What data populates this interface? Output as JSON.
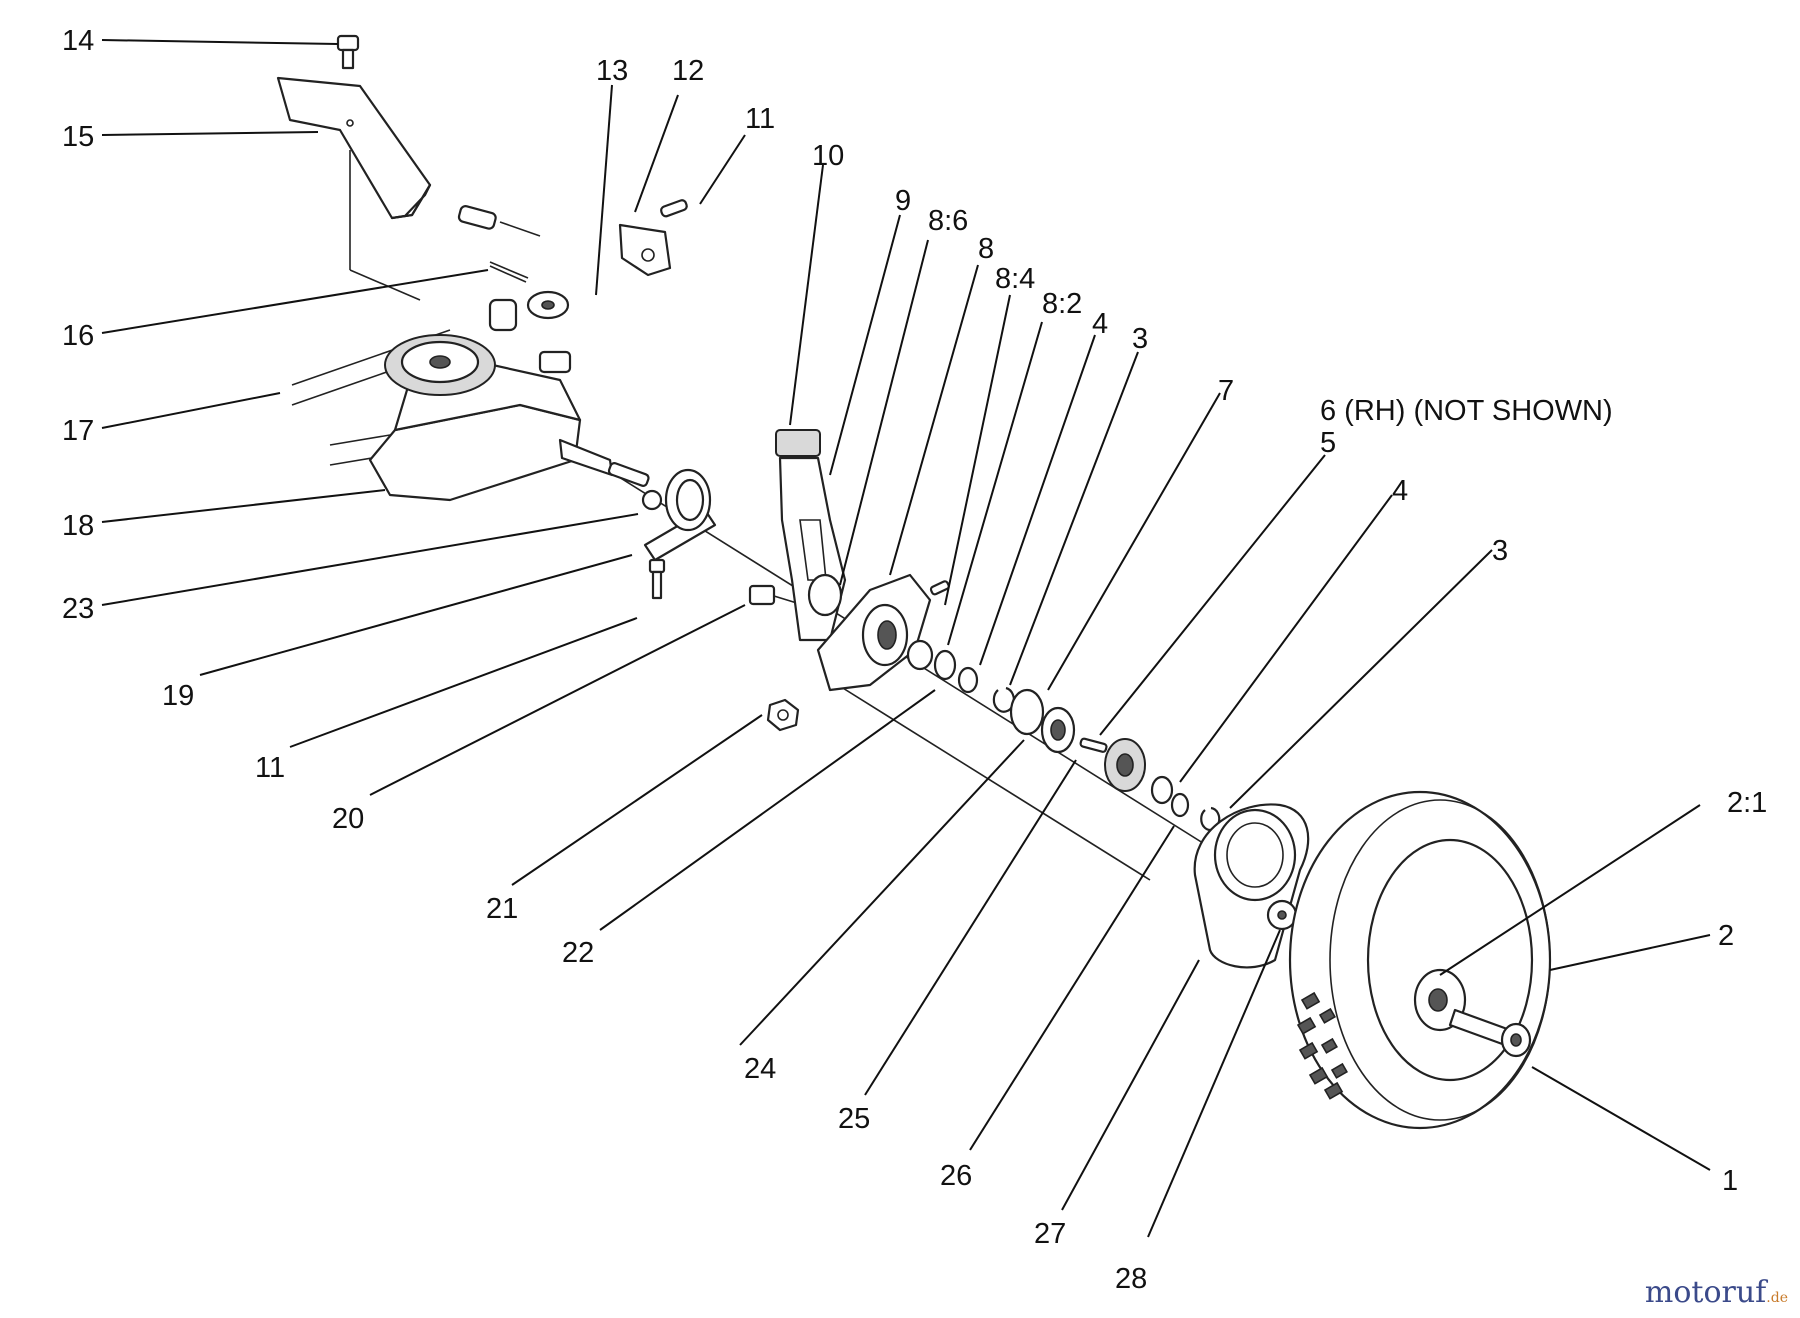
{
  "diagram": {
    "callouts": {
      "c14": "14",
      "c15": "15",
      "c16": "16",
      "c17": "17",
      "c18": "18",
      "c23": "23",
      "c19": "19",
      "c11a": "11",
      "c20": "20",
      "c21": "21",
      "c22": "22",
      "c13": "13",
      "c12": "12",
      "c11b": "11",
      "c10": "10",
      "c9": "9",
      "c8_6": "8:6",
      "c8": "8",
      "c8_4": "8:4",
      "c8_2": "8:2",
      "c4a": "4",
      "c3a": "3",
      "c7": "7",
      "c6": "6 (RH)  (NOT SHOWN)",
      "c5": "5",
      "c4b": "4",
      "c3b": "3",
      "c24": "24",
      "c25": "25",
      "c26": "26",
      "c27": "27",
      "c28": "28",
      "c2_1": "2:1",
      "c2": "2",
      "c1": "1"
    }
  },
  "watermark": {
    "main": "motoruf",
    "sub": ".de"
  }
}
